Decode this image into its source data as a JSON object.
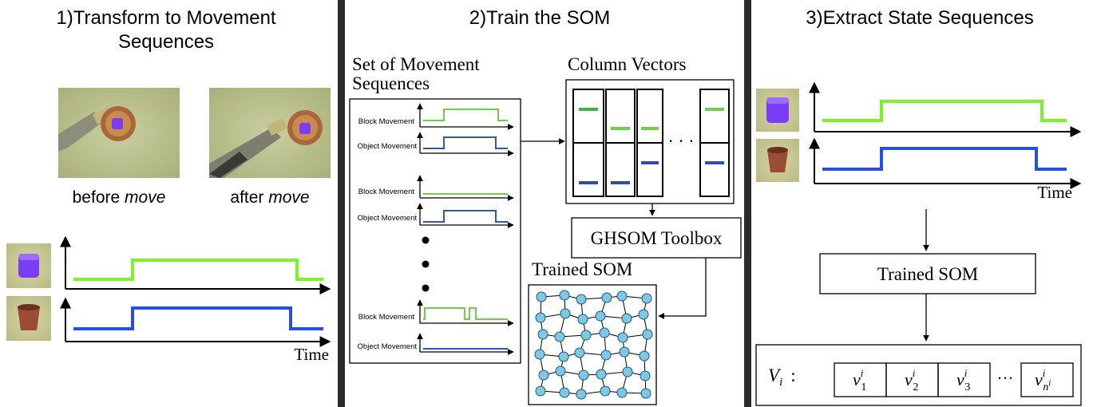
{
  "panel1": {
    "title_line1": "1)Transform to Movement",
    "title_line2": "Sequences",
    "caption_before_prefix": "before ",
    "caption_before_verb": "move",
    "caption_after_prefix": "after ",
    "caption_after_verb": "move",
    "time_label": "Time"
  },
  "panel2": {
    "title": "2)Train the SOM",
    "set_title_line1": "Set of Movement",
    "set_title_line2": "Sequences",
    "block_label": "Block Movement",
    "object_label": "Object Movement",
    "column_vectors_title": "Column Vectors",
    "ellipsis": "· · ·",
    "ghsom_label": "GHSOM Toolbox",
    "trained_som_title": "Trained SOM"
  },
  "panel3": {
    "title": "3)Extract State Sequences",
    "time_label": "Time",
    "trained_som_label": "Trained SOM",
    "v_label": "V",
    "v_sub": "i",
    "v_colon": ":",
    "cells": [
      {
        "base": "v",
        "sup": "i",
        "sub": "1"
      },
      {
        "base": "v",
        "sup": "i",
        "sub": "2"
      },
      {
        "base": "v",
        "sup": "i",
        "sub": "3"
      },
      {
        "base": "v",
        "sup": "i",
        "sub": "n",
        "subsup": "i"
      }
    ],
    "cell_ellipsis": "···"
  },
  "colors": {
    "block_green": "#7df22c",
    "object_blue": "#2a4fe0",
    "small_green": "#6fcf4a",
    "small_blue": "#3058b8",
    "node_fill": "#7ec8e6",
    "divider": "#2b2b2b"
  },
  "icons": {
    "block": "purple-block-icon",
    "cup": "brown-cup-icon"
  }
}
